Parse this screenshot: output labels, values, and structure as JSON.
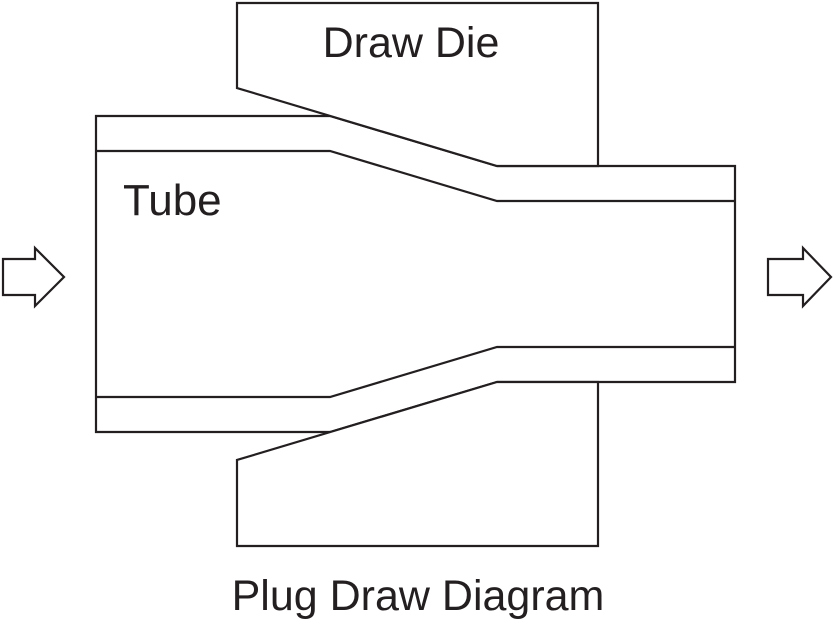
{
  "figure": {
    "caption": "Plug Draw Diagram"
  },
  "labels": {
    "die": "Draw Die",
    "tube": "Tube"
  },
  "icons": {
    "left_arrow": "block-arrow-right-icon",
    "right_arrow": "block-arrow-right-icon"
  },
  "colors": {
    "line": "#231f20",
    "background": "#ffffff"
  }
}
